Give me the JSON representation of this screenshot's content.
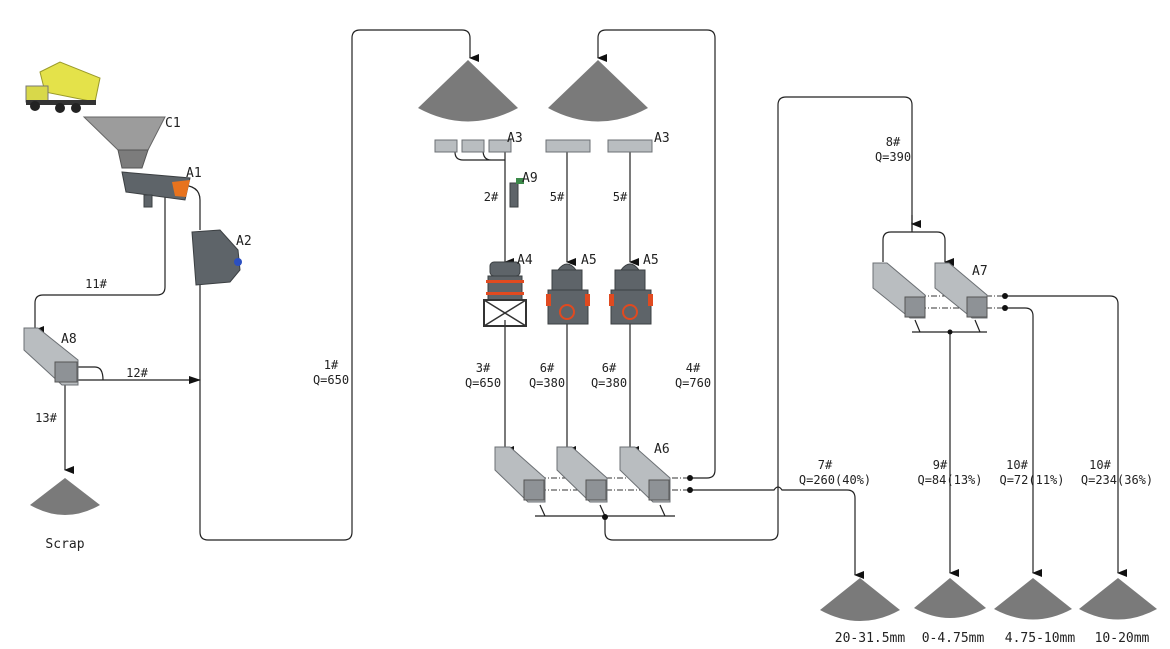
{
  "equipment": {
    "c1": "C1",
    "a1": "A1",
    "a2": "A2",
    "a3_left": "A3",
    "a3_right": "A3",
    "a4": "A4",
    "a5_left": "A5",
    "a5_right": "A5",
    "a6": "A6",
    "a7": "A7",
    "a8": "A8",
    "a9": "A9"
  },
  "streams": {
    "s1": {
      "id": "1#",
      "q": "Q=650"
    },
    "s2": {
      "id": "2#"
    },
    "s3": {
      "id": "3#",
      "q": "Q=650"
    },
    "s4": {
      "id": "4#",
      "q": "Q=760"
    },
    "s5a": {
      "id": "5#"
    },
    "s5b": {
      "id": "5#"
    },
    "s6a": {
      "id": "6#",
      "q": "Q=380"
    },
    "s6b": {
      "id": "6#",
      "q": "Q=380"
    },
    "s7": {
      "id": "7#",
      "q": "Q=260(40%)"
    },
    "s8": {
      "id": "8#",
      "q": "Q=390"
    },
    "s9": {
      "id": "9#",
      "q": "Q=84(13%)"
    },
    "s10a": {
      "id": "10#",
      "q": "Q=72(11%)"
    },
    "s10b": {
      "id": "10#",
      "q": "Q=234(36%)"
    },
    "s11": {
      "id": "11#"
    },
    "s12": {
      "id": "12#"
    },
    "s13": {
      "id": "13#"
    }
  },
  "products": {
    "scrap": "Scrap",
    "p1": "20-31.5mm",
    "p2": "0-4.75mm",
    "p3": "4.75-10mm",
    "p4": "10-20mm"
  },
  "colors": {
    "truck": "#e4e24a",
    "accent": "#e8731e",
    "pile": "#7a7a7a"
  }
}
